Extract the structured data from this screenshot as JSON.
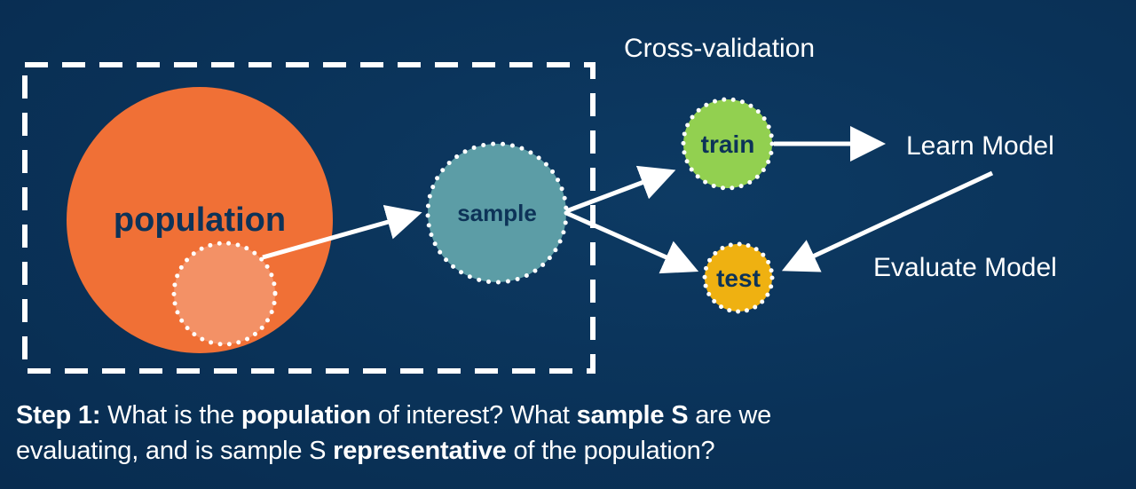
{
  "diagram": {
    "cross_validation_label": "Cross-validation",
    "population_label": "population",
    "sample_label": "sample",
    "train_label": "train",
    "test_label": "test",
    "learn_model_label": "Learn Model",
    "evaluate_model_label": "Evaluate Model"
  },
  "caption": {
    "line1": [
      {
        "text": "Step 1:",
        "bold": true
      },
      {
        "text": " What is the ",
        "bold": false
      },
      {
        "text": "population",
        "bold": true
      },
      {
        "text": " of interest? What ",
        "bold": false
      },
      {
        "text": "sample S",
        "bold": true
      },
      {
        "text": " are we",
        "bold": false
      }
    ],
    "line2": [
      {
        "text": "evaluating, and is sample S ",
        "bold": false
      },
      {
        "text": "representative",
        "bold": true
      },
      {
        "text": " of the population?",
        "bold": false
      }
    ]
  },
  "colors": {
    "background": "#0a3258",
    "population": "#f07036",
    "inner_sample": "#f39166",
    "sample": "#5c9da6",
    "train": "#92d050",
    "test": "#efb111",
    "node_text": "#0d3358"
  }
}
